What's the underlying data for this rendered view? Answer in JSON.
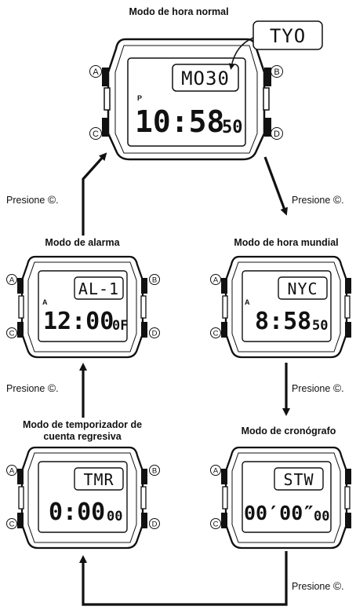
{
  "circle_c": "©",
  "watches": {
    "normal": {
      "title": "Modo de hora normal",
      "top": "MO30",
      "time": "10:58",
      "sec": "50",
      "indicator": "P",
      "callout": "TYO"
    },
    "alarm": {
      "title": "Modo de alarma",
      "top": "AL-1",
      "time": "12:00",
      "sec": "0F",
      "indicator": "A"
    },
    "world": {
      "title": "Modo de hora mundial",
      "top": "NYC",
      "time": "8:58",
      "sec": "50",
      "indicator": "A"
    },
    "timer": {
      "title_line1": "Modo de temporizador de",
      "title_line2": "cuenta regresiva",
      "top": "TMR",
      "time": "0:00",
      "sec": "00"
    },
    "stopwatch": {
      "title": "Modo de cronógrafo",
      "top": "STW",
      "time": "00′00″",
      "sec": "00"
    }
  },
  "buttons": {
    "a": "A",
    "b": "B",
    "c": "C",
    "d": "D"
  },
  "flow": {
    "press_label": "Presione"
  }
}
